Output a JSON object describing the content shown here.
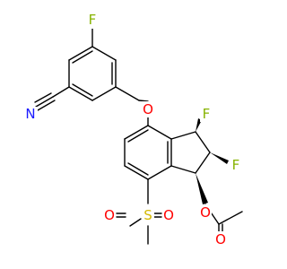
{
  "colors": {
    "background": "#ffffff",
    "bond": "#000000",
    "carbon": "#000000",
    "fluorine": "#86b300",
    "nitrogen": "#1a1aff",
    "oxygen": "#ff0000",
    "sulfur": "#d4b800"
  },
  "molecule": {
    "atoms": {
      "fluorine_aryl": "F",
      "nitrile_nitrogen": "N",
      "ether_oxygen": "O",
      "fluorine_1": "F",
      "fluorine_2": "F",
      "acetate_oxygen": "O",
      "carbonyl_oxygen": "O",
      "sulfur": "S",
      "sulfonyl_oxygen_1": "O",
      "sulfonyl_oxygen_2": "O"
    }
  }
}
